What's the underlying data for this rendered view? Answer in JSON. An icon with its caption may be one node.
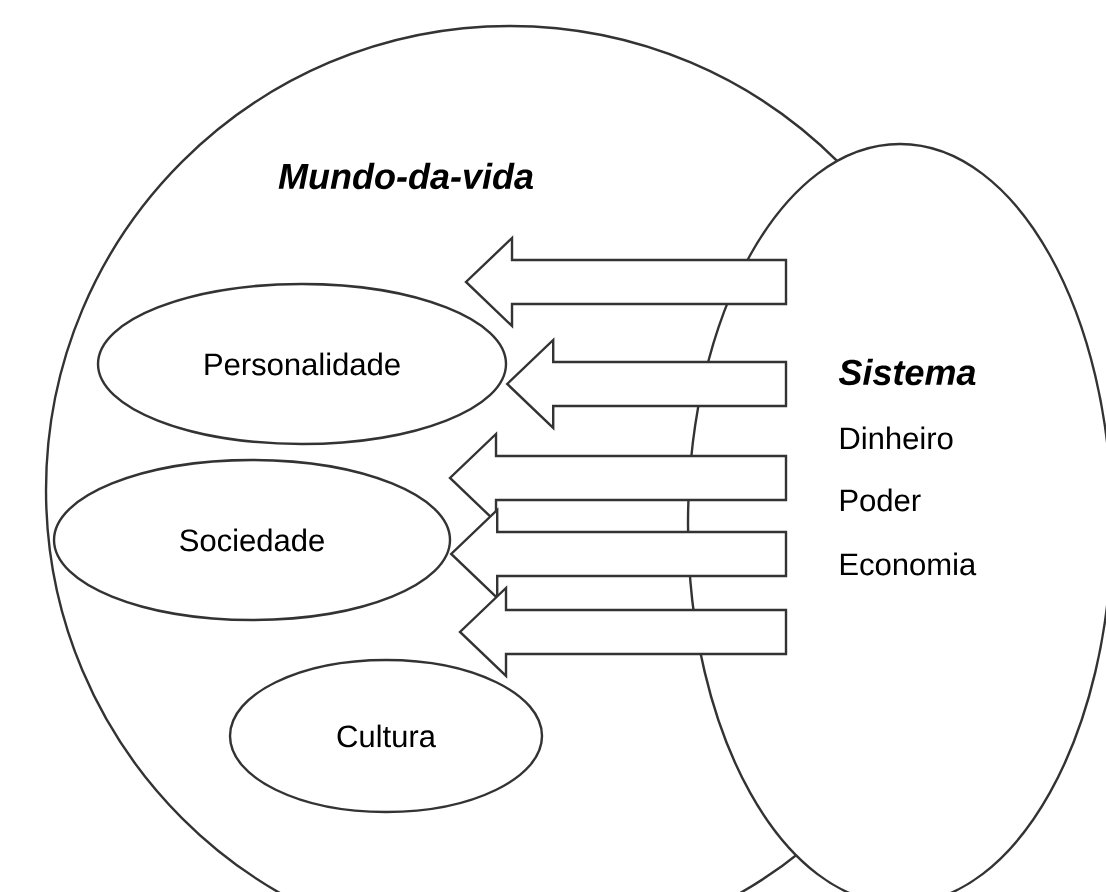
{
  "diagram": {
    "nodes": [
      {
        "text": [
          "Mundo-da-vida"
        ]
      },
      {
        "text": [
          "Personalidade"
        ],
        "in": 0
      },
      {
        "text": [
          "Sociedade"
        ],
        "in": 0
      },
      {
        "text": [
          "Cultura"
        ],
        "in": 0
      },
      {
        "text": [
          "Sistema",
          "Dinheiro",
          "Poder",
          "Economia"
        ]
      }
    ],
    "edges": [
      {
        "from": 4,
        "to": null,
        "arrow": "to"
      },
      {
        "from": 4,
        "to": 1,
        "arrow": "to"
      },
      {
        "from": 4,
        "to": null,
        "arrow": "to"
      },
      {
        "from": 4,
        "to": 2,
        "arrow": "to"
      },
      {
        "from": 4,
        "to": null,
        "arrow": "to"
      }
    ]
  }
}
